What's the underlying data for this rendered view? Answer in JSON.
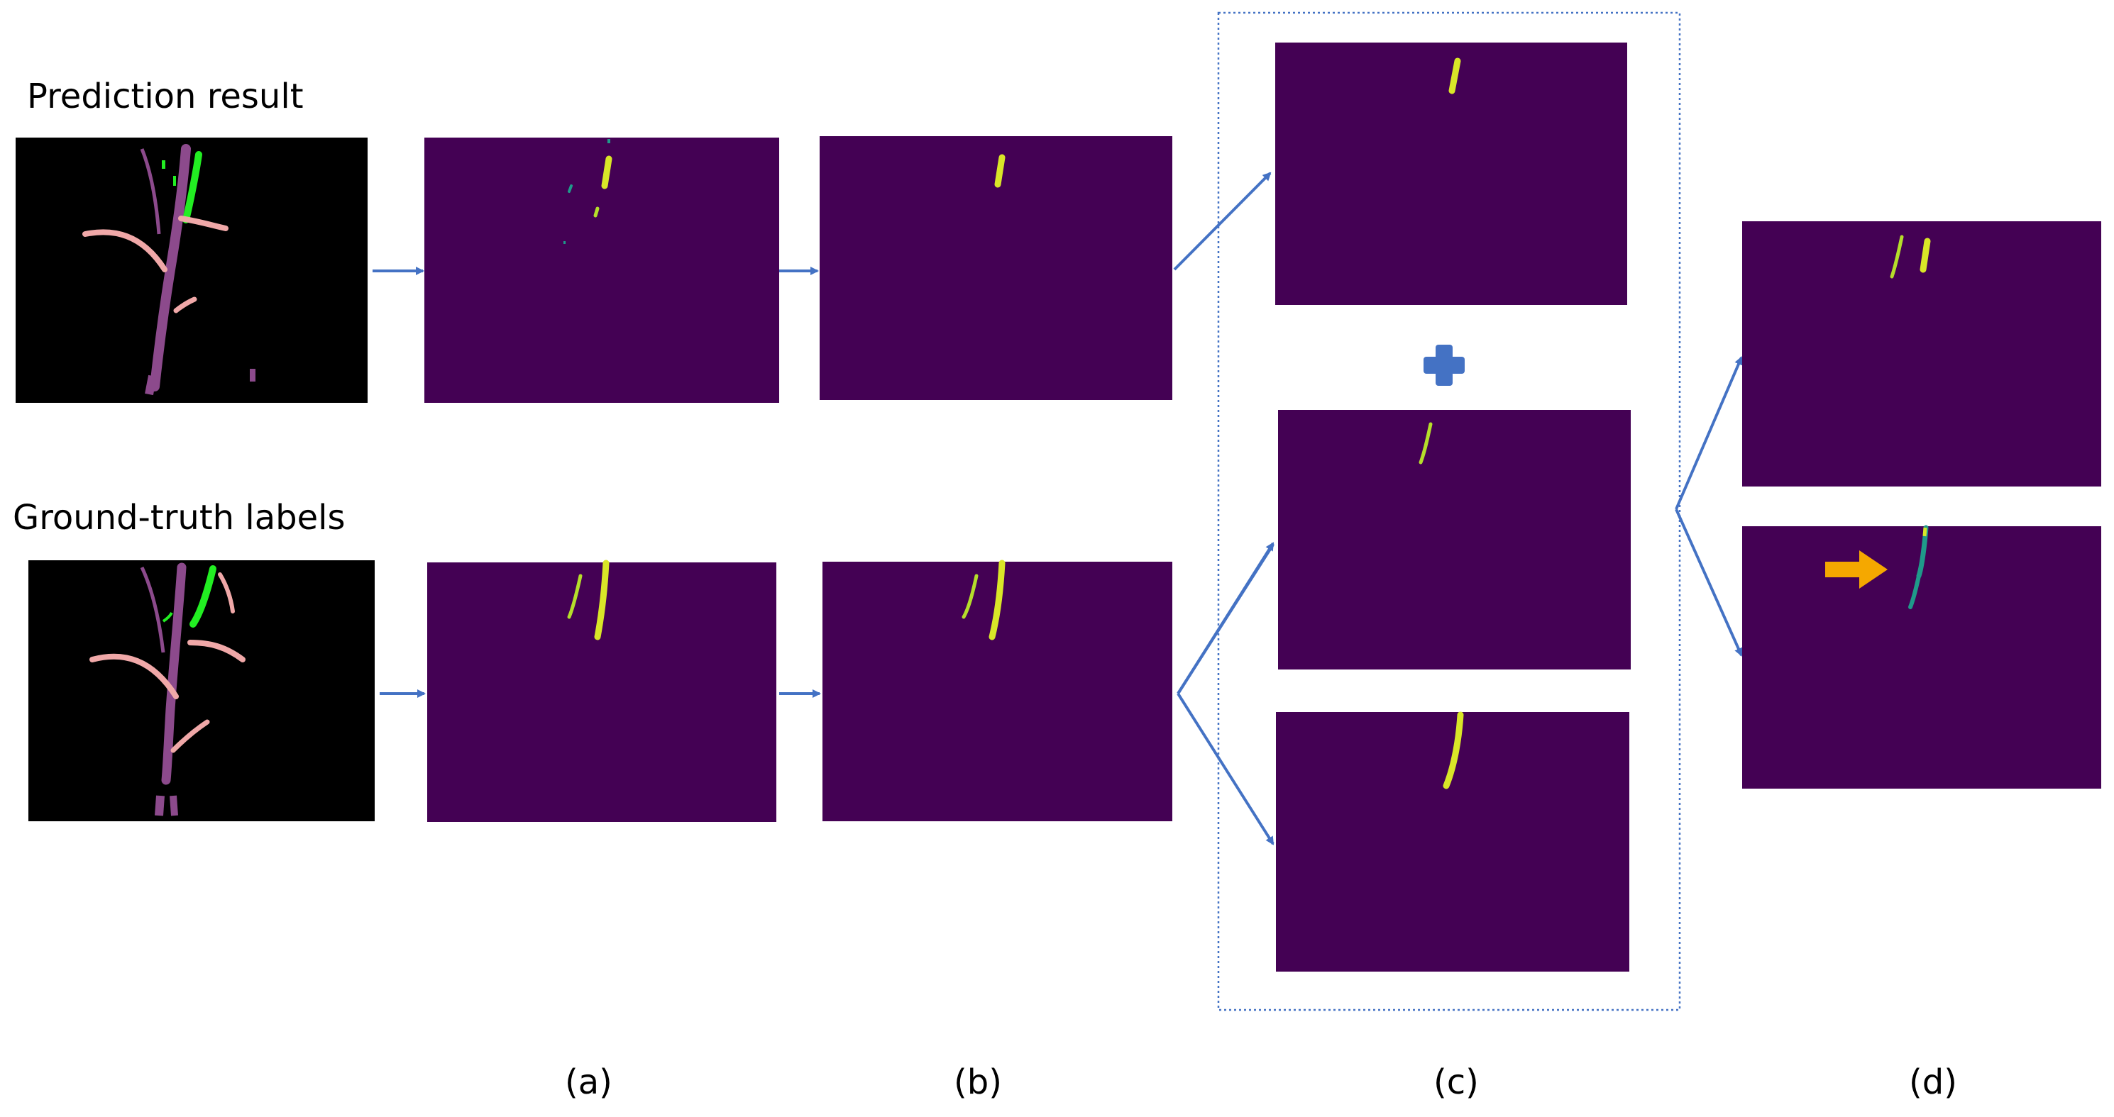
{
  "rows": {
    "top_label": "Prediction result",
    "bottom_label": "Ground-truth labels"
  },
  "columns": {
    "a": "(a)",
    "b": "(b)",
    "c": "(c)",
    "d": "(d)"
  },
  "colors": {
    "panel_bg": "#440154",
    "mask_yellow": "#d9e628",
    "mask_green": "#b5de2b",
    "mask_teal": "#1f9a8a",
    "arrow_blue": "#4472c4",
    "plus_blue": "#4472c4",
    "highlight_arrow": "#f5a800",
    "photo_bg": "#000000",
    "stem_purple": "#8c4a8c",
    "leaf_pink": "#f0a8a8",
    "leaf_green": "#22ee22"
  },
  "icons": [
    "plus-icon",
    "highlight-arrow-icon",
    "flow-arrow-icon"
  ]
}
